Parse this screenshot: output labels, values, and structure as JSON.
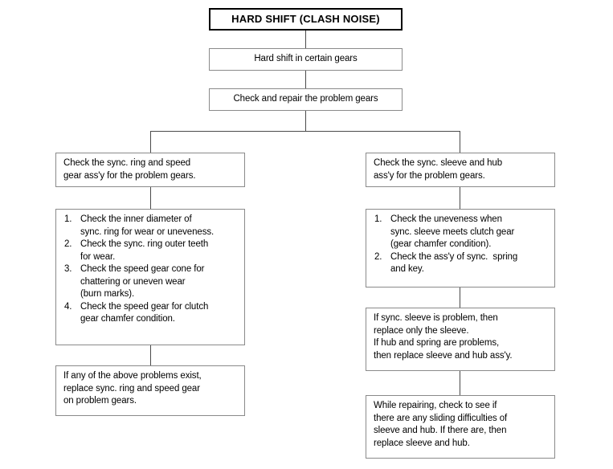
{
  "diagram": {
    "title": "HARD SHIFT (CLASH NOISE)",
    "nodes": {
      "symptom": "Hard shift in certain gears",
      "action": "Check and repair the problem gears",
      "left_branch_header": "Check the sync. ring and speed\ngear ass'y for the problem gears.",
      "left_branch_header_line1": "Check the sync. ring and speed",
      "left_branch_header_line2": "gear ass'y for the problem gears.",
      "left_steps": [
        "Check the inner diameter of\nsync. ring for wear or uneveness.",
        "Check the sync. ring outer teeth\nfor wear.",
        "Check the speed gear cone for\nchattering or uneven wear\n(burn marks).",
        "Check the speed gear for clutch\ngear chamfer condition."
      ],
      "left_result_line1": "If any of the above problems exist,",
      "left_result_line2": "replace sync. ring and speed gear",
      "left_result_line3": "on problem gears.",
      "right_branch_header_line1": "Check the sync. sleeve and hub",
      "right_branch_header_line2": "ass'y for the problem gears.",
      "right_steps": [
        "Check the uneveness when\nsync. sleeve meets clutch gear\n(gear chamfer condition).",
        "Check the ass'y of sync.  spring\nand key."
      ],
      "right_result_line1": "If sync. sleeve is problem, then",
      "right_result_line2": "replace only the sleeve.",
      "right_result_line3": "If hub and spring are problems,",
      "right_result_line4": "then replace sleeve and hub ass'y.",
      "right_note_line1": "While repairing, check to see if",
      "right_note_line2": "there are any sliding difficulties of",
      "right_note_line3": "sleeve and hub. If there are, then",
      "right_note_line4": "replace sleeve and hub."
    },
    "colors": {
      "background": "#ffffff",
      "text": "#000000",
      "box_border": "#8a8a8a",
      "title_border": "#000000",
      "connector": "#4a4a4a"
    }
  }
}
